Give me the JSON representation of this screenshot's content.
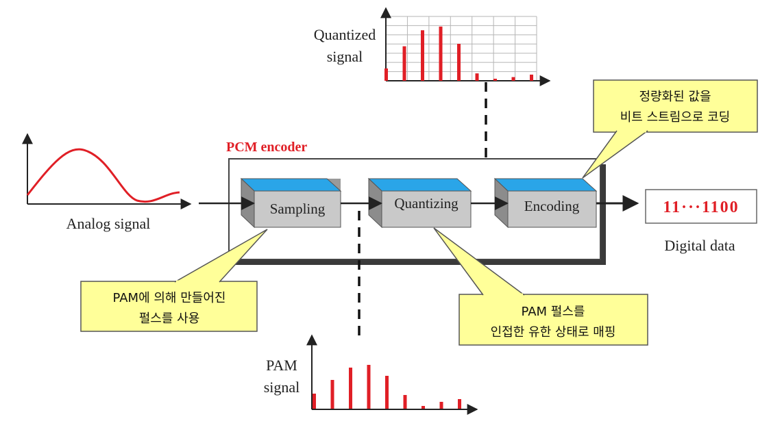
{
  "colors": {
    "signal_red": "#e01f26",
    "block_top": "#2aa5e8",
    "block_face": "#c9c9c9",
    "block_side": "#9a9a9a",
    "callout_fill": "#ffff99",
    "callout_border": "#555555",
    "encoder_title": "#e01f26"
  },
  "analog": {
    "label": "Analog signal"
  },
  "encoder": {
    "title": "PCM encoder",
    "blocks": [
      "Sampling",
      "Quantizing",
      "Encoding"
    ]
  },
  "quantized": {
    "label_line1": "Quantized",
    "label_line2": "signal",
    "levels": [
      1,
      2.8,
      4.1,
      4.4,
      3,
      0.6,
      0,
      0.3,
      0.5
    ]
  },
  "pam": {
    "label_line1": "PAM",
    "label_line2": "signal",
    "levels": [
      1.1,
      2.1,
      3.0,
      3.2,
      2.4,
      1.0,
      0.2,
      0.5,
      0.7
    ]
  },
  "digital": {
    "value": "11···1100",
    "label": "Digital data"
  },
  "callouts": {
    "encoding": {
      "line1": "정량화된 값을",
      "line2": "비트 스트림으로 코딩"
    },
    "sampling": {
      "line1": "PAM에 의해 만들어진",
      "line2": "펄스를 사용"
    },
    "quantizing": {
      "line1": "PAM 펄스를",
      "line2": "인접한 유한 상태로 매핑"
    }
  }
}
